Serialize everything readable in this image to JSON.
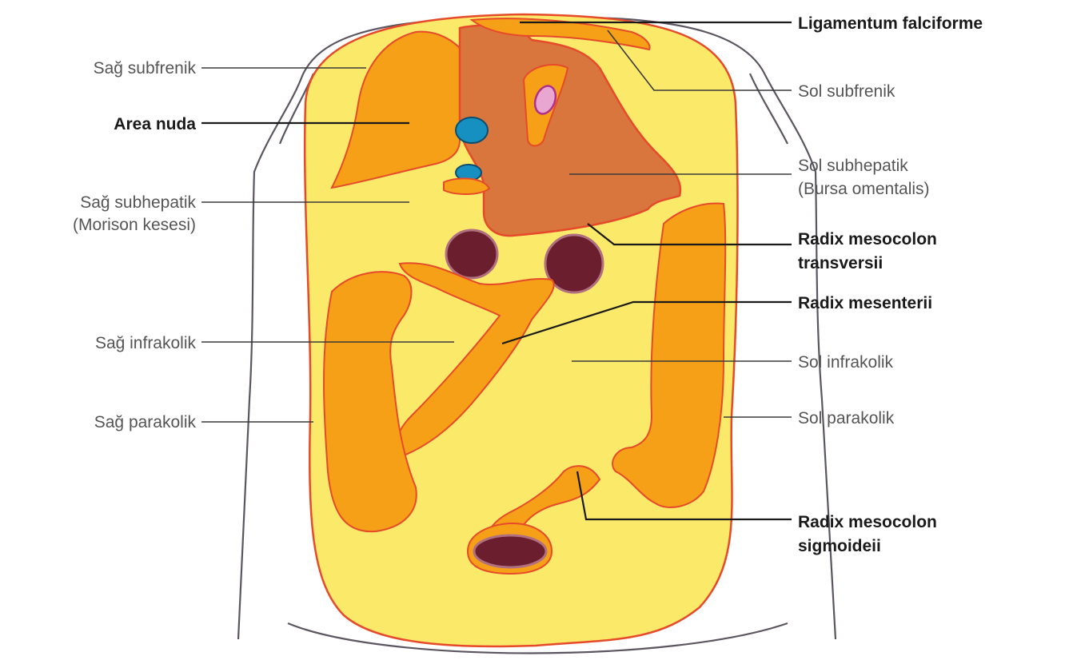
{
  "colors": {
    "cavity": "#fbe96a",
    "peritoneum_line": "#e64a2a",
    "organ_orange": "#f5a016",
    "liver_stomach": "#d8763d",
    "vessel_blue": "#1590c0",
    "bowel_maroon": "#6a1e2e",
    "body_outline": "#5b5560",
    "pink": "#e8a6d0"
  },
  "labels": {
    "sag_subfrenik": "Sağ subfrenik",
    "area_nuda": "Area nuda",
    "sag_subhepatik_1": "Sağ subhepatik",
    "sag_subhepatik_2": "(Morison kesesi)",
    "sag_infrakolik": "Sağ infrakolik",
    "sag_parakolik": "Sağ parakolik",
    "ligamentum_falciforme": "Ligamentum falciforme",
    "sol_subfrenik": "Sol subfrenik",
    "sol_subhepatik_1": "Sol subhepatik",
    "sol_subhepatik_2": "(Bursa omentalis)",
    "radix_mesocolon_transversii_1": "Radix mesocolon",
    "radix_mesocolon_transversii_2": "transversii",
    "radix_mesenterii": "Radix mesenterii",
    "sol_infrakolik": "Sol infrakolik",
    "sol_parakolik": "Sol parakolik",
    "radix_mesocolon_sigmoideii_1": "Radix mesocolon",
    "radix_mesocolon_sigmoideii_2": "sigmoideii"
  }
}
